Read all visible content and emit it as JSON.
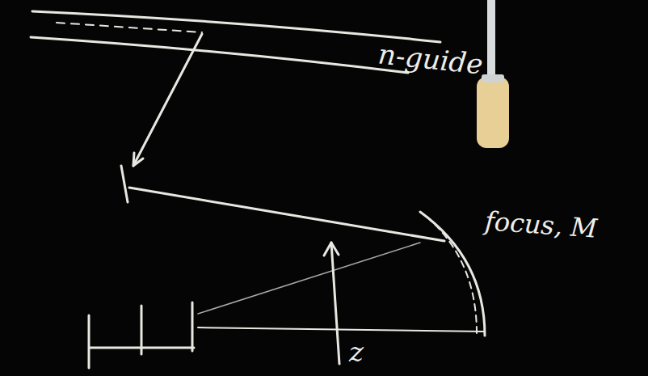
{
  "diagram": {
    "labels": [
      "n-guide",
      "focus, M",
      "z"
    ]
  }
}
